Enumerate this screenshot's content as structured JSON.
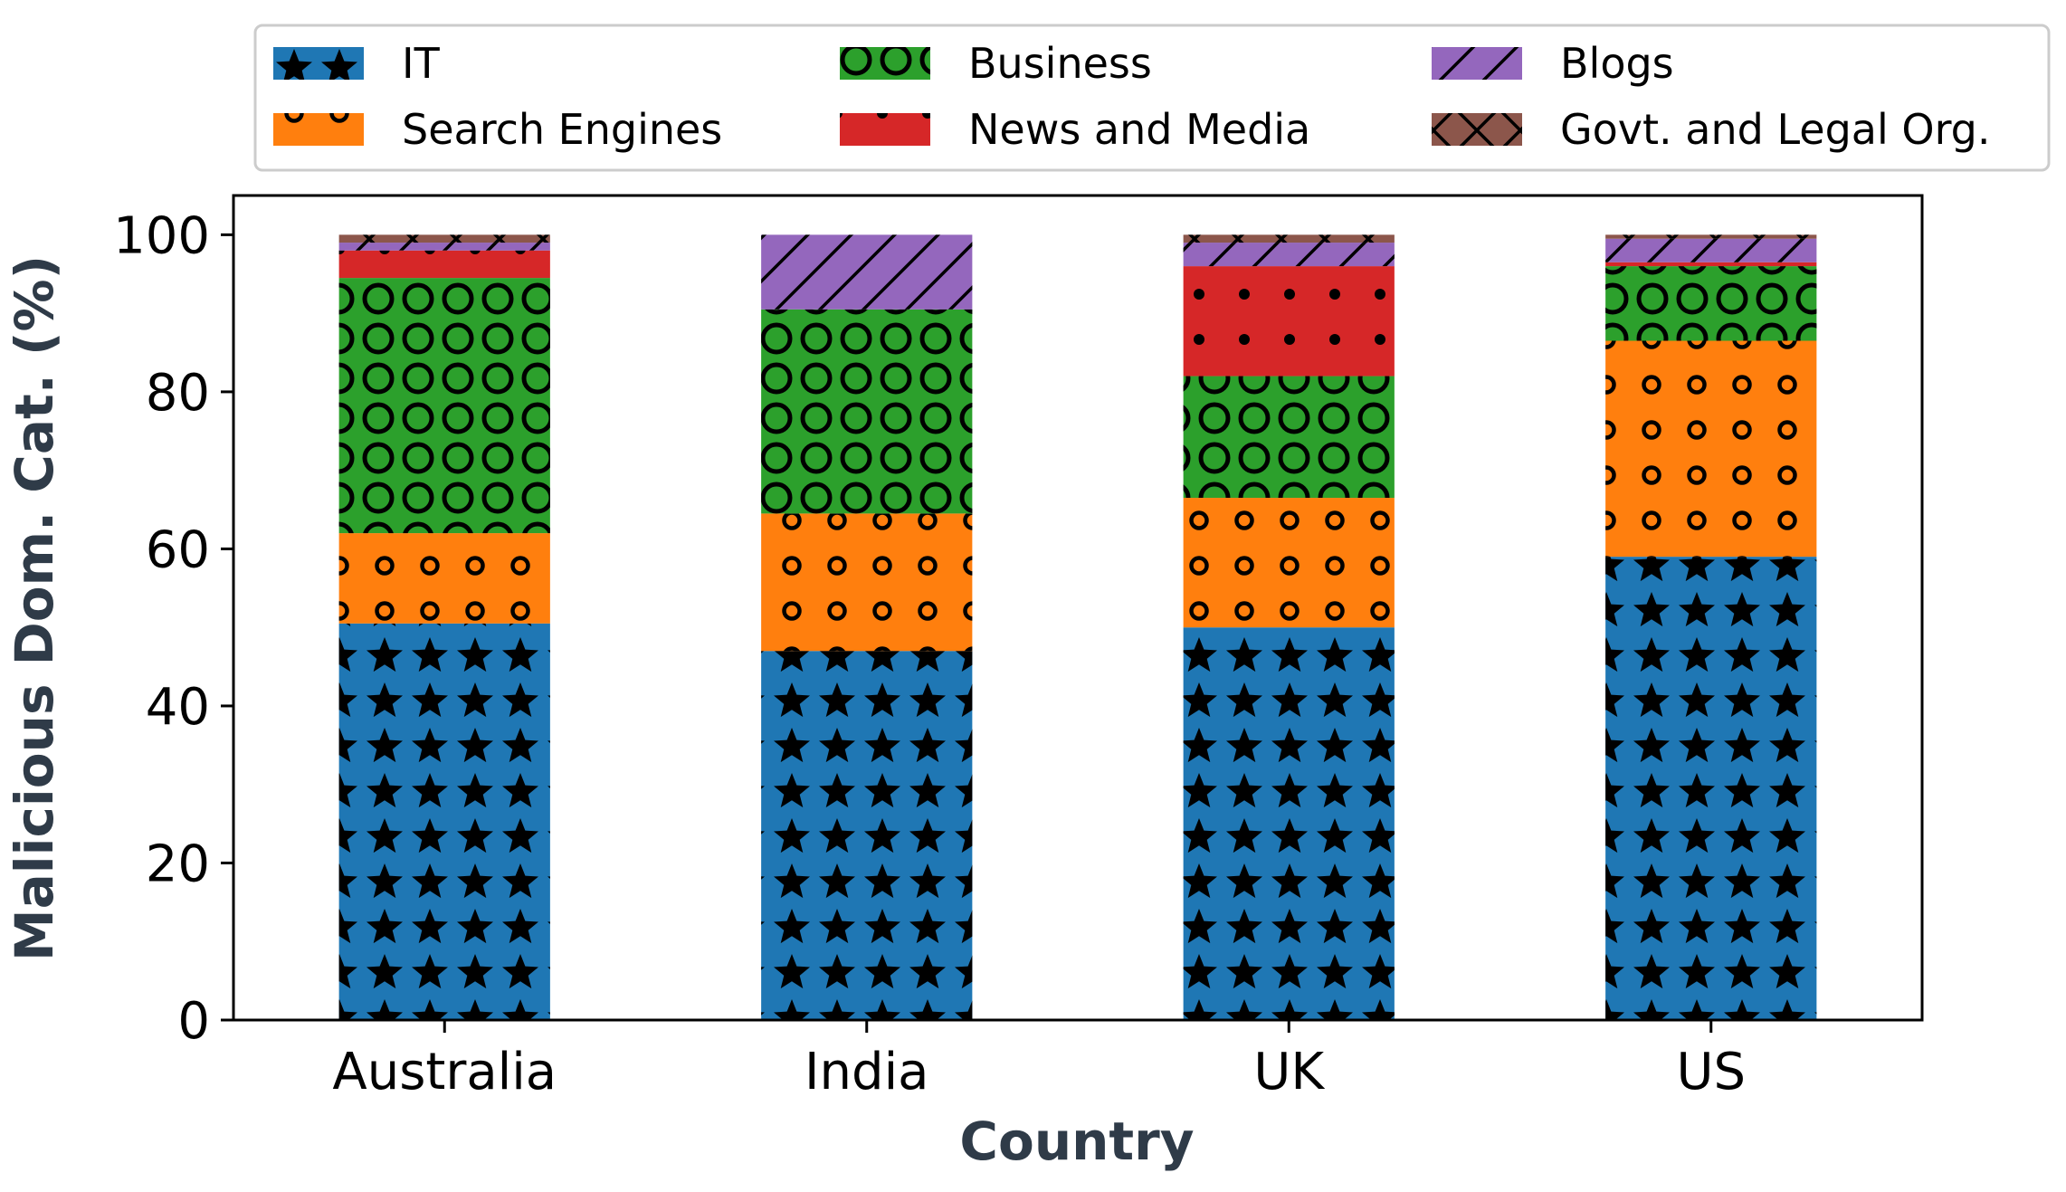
{
  "chart_data": {
    "type": "bar",
    "stacked": true,
    "title": "",
    "xlabel": "Country",
    "ylabel": "Malicious Dom. Cat. (%)",
    "ylim": [
      0,
      105
    ],
    "yticks": [
      "0",
      "20",
      "40",
      "60",
      "80",
      "100"
    ],
    "categories": [
      "Australia",
      "India",
      "UK",
      "US"
    ],
    "legend_position": "top",
    "grid": false,
    "series": [
      {
        "name": "IT",
        "color": "#1f77b4",
        "pattern": "stars",
        "values": [
          50.5,
          47.0,
          50.0,
          59.0
        ]
      },
      {
        "name": "Search Engines",
        "color": "#ff7f0e",
        "pattern": "small-circles",
        "values": [
          11.5,
          17.5,
          16.5,
          27.5
        ]
      },
      {
        "name": "Business",
        "color": "#2ca02c",
        "pattern": "large-circles",
        "values": [
          32.5,
          26.0,
          15.5,
          9.5
        ]
      },
      {
        "name": "News and Media",
        "color": "#d62728",
        "pattern": "dots",
        "values": [
          3.5,
          0.0,
          14.0,
          0.5
        ]
      },
      {
        "name": "Blogs",
        "color": "#9467bd",
        "pattern": "diagonal-lines",
        "values": [
          1.0,
          9.5,
          3.0,
          3.0
        ]
      },
      {
        "name": "Govt. and Legal Org.",
        "color": "#8c564b",
        "pattern": "crosses",
        "values": [
          1.0,
          0.0,
          1.0,
          0.5
        ]
      }
    ]
  }
}
